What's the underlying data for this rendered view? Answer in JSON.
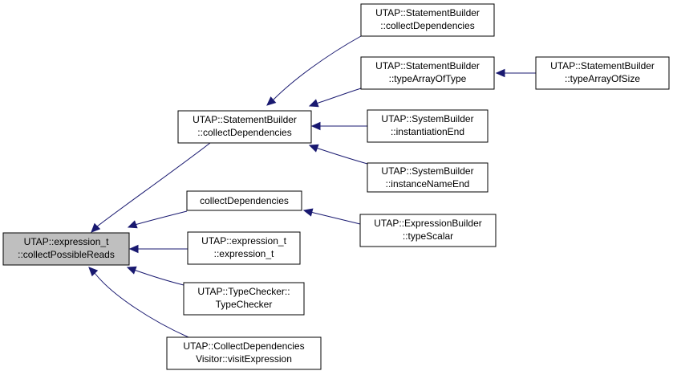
{
  "colors": {
    "edge": "#191970",
    "focus_fill": "#bfbfbf",
    "node_fill": "#ffffff",
    "node_border": "#000000"
  },
  "nodes": [
    {
      "id": "n0",
      "lines": [
        "UTAP::expression_t",
        "::collectPossibleReads"
      ],
      "focus": true
    },
    {
      "id": "n1",
      "lines": [
        "UTAP::StatementBuilder",
        "::collectDependencies"
      ]
    },
    {
      "id": "n2",
      "lines": [
        "collectDependencies"
      ]
    },
    {
      "id": "n3",
      "lines": [
        "UTAP::expression_t",
        "::expression_t"
      ]
    },
    {
      "id": "n4",
      "lines": [
        "UTAP::TypeChecker::",
        "TypeChecker"
      ]
    },
    {
      "id": "n5",
      "lines": [
        "UTAP::CollectDependencies",
        "Visitor::visitExpression"
      ]
    },
    {
      "id": "n6",
      "lines": [
        "UTAP::StatementBuilder",
        "::collectDependencies"
      ]
    },
    {
      "id": "n7",
      "lines": [
        "UTAP::StatementBuilder",
        "::typeArrayOfType"
      ]
    },
    {
      "id": "n8",
      "lines": [
        "UTAP::SystemBuilder",
        "::instantiationEnd"
      ]
    },
    {
      "id": "n9",
      "lines": [
        "UTAP::SystemBuilder",
        "::instanceNameEnd"
      ]
    },
    {
      "id": "n10",
      "lines": [
        "UTAP::ExpressionBuilder",
        "::typeScalar"
      ]
    },
    {
      "id": "n11",
      "lines": [
        "UTAP::StatementBuilder",
        "::typeArrayOfSize"
      ]
    }
  ],
  "edges": [
    {
      "from": "n1",
      "to": "n0"
    },
    {
      "from": "n2",
      "to": "n0"
    },
    {
      "from": "n3",
      "to": "n0"
    },
    {
      "from": "n4",
      "to": "n0"
    },
    {
      "from": "n5",
      "to": "n0"
    },
    {
      "from": "n6",
      "to": "n1"
    },
    {
      "from": "n7",
      "to": "n1"
    },
    {
      "from": "n8",
      "to": "n1"
    },
    {
      "from": "n9",
      "to": "n1"
    },
    {
      "from": "n10",
      "to": "n2"
    },
    {
      "from": "n11",
      "to": "n7"
    }
  ]
}
